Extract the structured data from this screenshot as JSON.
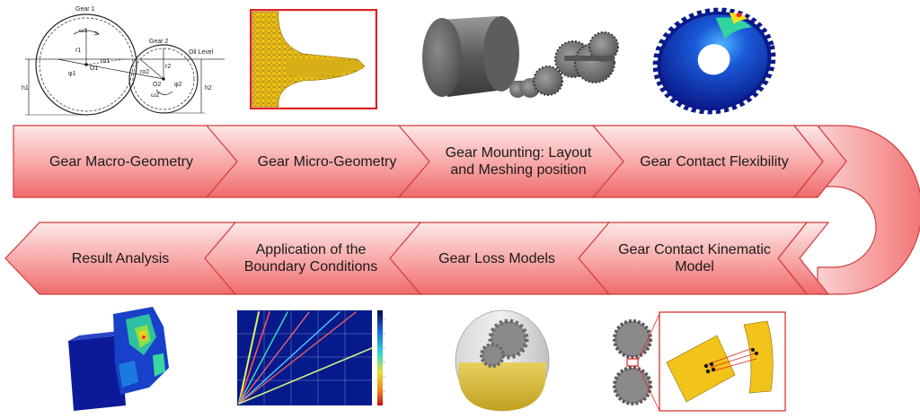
{
  "process_steps": {
    "macro_geometry": "Gear Macro-Geometry",
    "micro_geometry": "Gear Micro-Geometry",
    "mounting": "Gear Mounting: Layout\nand Meshing position",
    "contact_flexibility": "Gear Contact Flexibility",
    "contact_kinematic": "Gear Contact Kinematic\nModel",
    "loss_models": "Gear Loss Models",
    "boundary_conditions": "Application of the\nBoundary Conditions",
    "result_analysis": "Result Analysis"
  },
  "gear_schematic": {
    "gear1": "Gear 1",
    "gear2": "Gear 2",
    "oil_level": "Oil Level",
    "omega1": "ω1",
    "omega2": "ω2",
    "r1": "r1",
    "r2": "r2",
    "ro1": "ro1",
    "ro2": "ro2",
    "o1": "O1",
    "o2": "O2",
    "phi1": "φ1",
    "phi2": "φ2",
    "h1": "h1",
    "h2": "h2"
  },
  "colors": {
    "arrow_fill_top": "#fde3e3",
    "arrow_fill_bottom": "#f06c6c",
    "arrow_stroke": "#d43a3a",
    "frame_red": "#e02020",
    "mesh_yellow": "#f2c318"
  },
  "icons": {
    "macro": "gear-geometry-schematic-icon",
    "micro": "tooth-mesh-icon",
    "mounting": "gearbox-layout-3d-icon",
    "flexibility": "gear-fe-stress-icon",
    "result": "gearbox-stress-result-icon",
    "boundary": "campbell-spectrogram-icon",
    "loss": "oil-churning-cfd-icon",
    "kinematic": "contact-line-detail-icon"
  }
}
